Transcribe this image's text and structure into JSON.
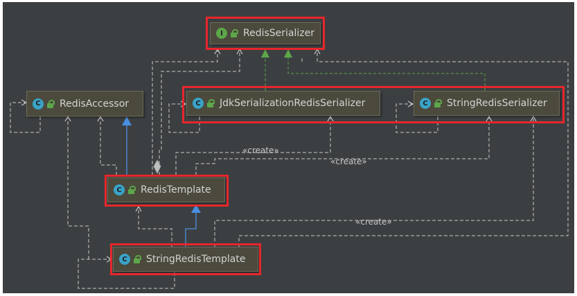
{
  "nodes": {
    "redis_serializer": {
      "kind": "I",
      "name": "RedisSerializer"
    },
    "redis_accessor": {
      "kind": "C",
      "name": "RedisAccessor"
    },
    "jdk_serializer": {
      "kind": "C",
      "name": "JdkSerializationRedisSerializer"
    },
    "string_serializer": {
      "kind": "C",
      "name": "StringRedisSerializer"
    },
    "redis_template": {
      "kind": "C",
      "name": "RedisTemplate"
    },
    "string_redis_template": {
      "kind": "C",
      "name": "StringRedisTemplate"
    }
  },
  "labels": {
    "create_1": "«create»",
    "create_2": "«create»",
    "create_3": "«create»"
  },
  "colors": {
    "background": "#3c3f41",
    "node_fill": "#4b4a3d",
    "highlight": "#e8262b",
    "implements_arrow": "#5da64a",
    "extends_arrow": "#4a8fe0",
    "dependency_line": "#c8c8c8"
  }
}
